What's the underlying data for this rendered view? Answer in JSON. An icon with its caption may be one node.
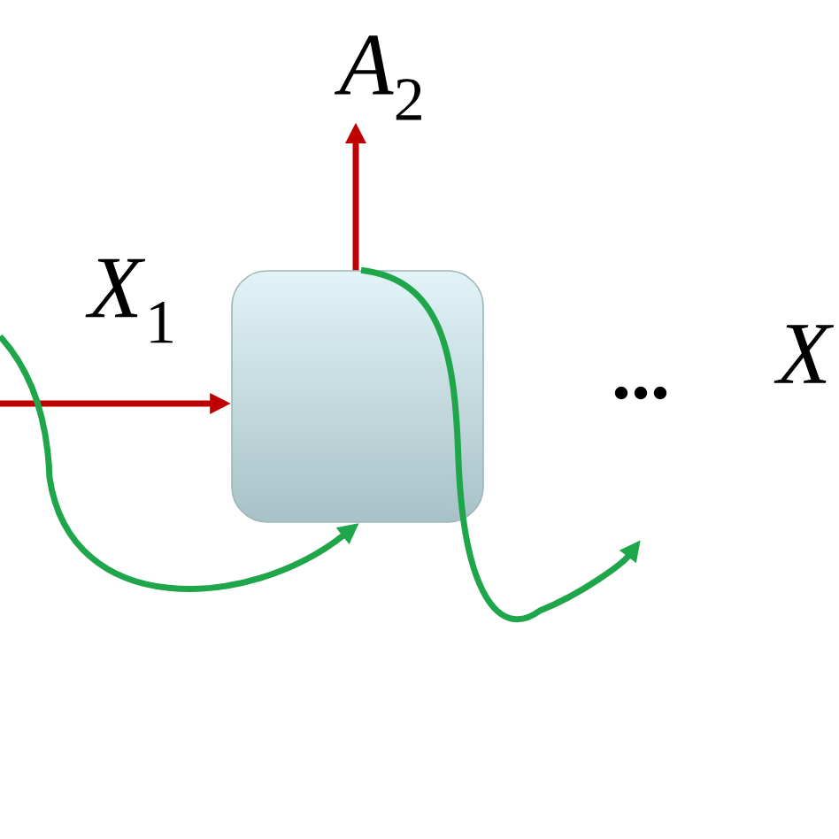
{
  "diagram": {
    "nodes": [
      {
        "text": [],
        "shape": "box"
      },
      {
        "text": [
          "*A*$_{2}$"
        ]
      }
    ],
    "edges": [
      {
        "from": 0,
        "to": 1,
        "arrow": "to",
        "color": "#c00000"
      },
      {
        "from": null,
        "to": 0,
        "arrow": "to",
        "label": "*X*$_{1}$",
        "color": "#c00000"
      },
      {
        "from": null,
        "to": 0,
        "arrow": "to",
        "color": "#1fa64a"
      },
      {
        "from": 0,
        "to": null,
        "arrow": "to",
        "color": "#1fa64a"
      }
    ],
    "labels": [
      "...",
      "*X*"
    ]
  }
}
